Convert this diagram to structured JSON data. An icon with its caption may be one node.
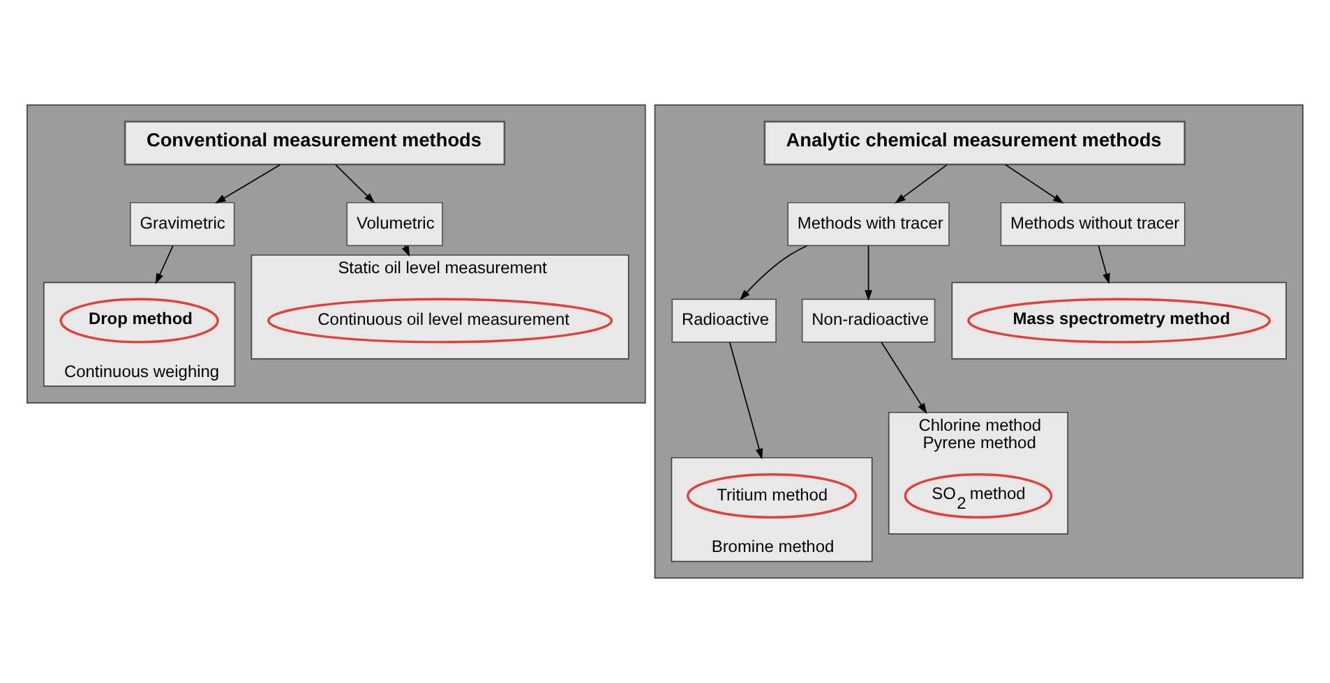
{
  "diagram": {
    "nodes": [
      {
        "text": [],
        "shape": "box"
      },
      {
        "text": [
          "Conventional measurement methods"
        ],
        "in": 0
      },
      {
        "text": [
          "Gravimetric"
        ],
        "in": 0
      },
      {
        "text": [
          "Volumetric"
        ],
        "in": 0
      },
      {
        "text": [
          "Continuous weighing"
        ],
        "in": 0
      },
      {
        "text": [
          "Drop method"
        ],
        "in": 4
      },
      {
        "text": [
          "Static oil level measurement"
        ],
        "in": 0
      },
      {
        "text": [
          "Continuous oil level measurement"
        ],
        "in": 6
      },
      {
        "text": [],
        "shape": "box"
      },
      {
        "text": [
          "Analytic chemical measurement methods"
        ],
        "in": 8
      },
      {
        "text": [
          "Methods with tracer"
        ],
        "in": 8
      },
      {
        "text": [
          "Methods without tracer"
        ],
        "in": 8
      },
      {
        "text": [
          "Radioactive"
        ],
        "in": 8
      },
      {
        "text": [
          "Non-radioactive"
        ],
        "in": 8
      },
      {
        "text": [
          "Bromine method"
        ],
        "in": 8
      },
      {
        "text": [
          "Tritium method"
        ],
        "in": 14
      },
      {
        "text": [
          "Chlorine method",
          "Pyrene method"
        ],
        "in": 8
      },
      {
        "text": [
          "SO$_{2}$ method"
        ],
        "in": 16
      },
      {
        "text": [],
        "shape": "box",
        "in": 8
      },
      {
        "text": [
          "Mass spectrometry method"
        ],
        "in": 18
      }
    ],
    "edges": [
      {
        "from": 1,
        "to": 2,
        "arrow": "to"
      },
      {
        "from": 1,
        "to": 3,
        "arrow": "to"
      },
      {
        "from": 2,
        "to": 4,
        "arrow": "to"
      },
      {
        "from": 3,
        "to": 6,
        "arrow": "to"
      },
      {
        "from": 9,
        "to": 10,
        "arrow": "to"
      },
      {
        "from": 9,
        "to": 11,
        "arrow": "to"
      },
      {
        "from": 10,
        "to": 12,
        "arrow": "to"
      },
      {
        "from": 10,
        "to": 13,
        "arrow": "to"
      },
      {
        "from": 12,
        "to": 14,
        "arrow": "to"
      },
      {
        "from": 13,
        "to": 16,
        "arrow": "to"
      },
      {
        "from": 11,
        "to": 18,
        "arrow": "to"
      }
    ]
  }
}
